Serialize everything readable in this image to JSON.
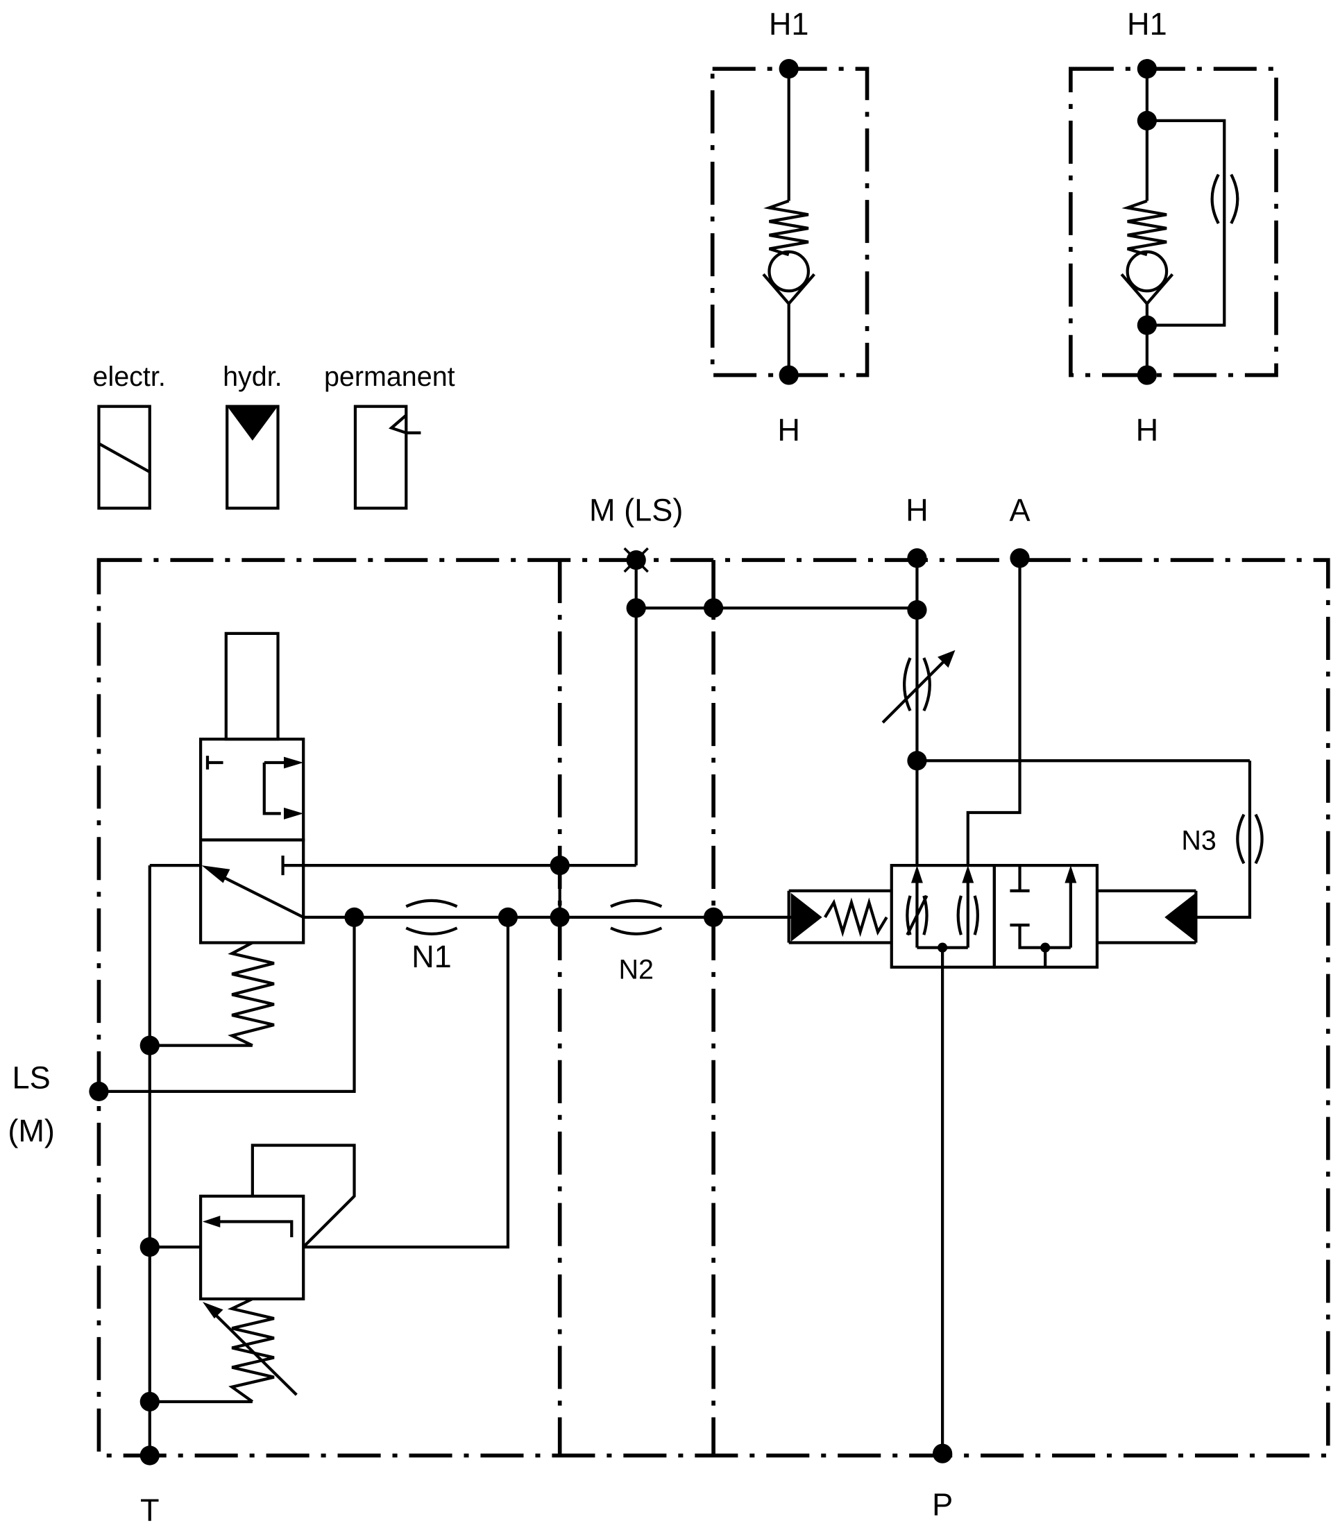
{
  "labels": {
    "h1_a": "H1",
    "h1_b": "H1",
    "h_a": "H",
    "h_b": "H",
    "electr": "electr.",
    "hydr": "hydr.",
    "permanent": "permanent",
    "m_ls": "M (LS)",
    "h_port": "H",
    "a_port": "A",
    "ls_top": "LS",
    "ls_bottom": "(M)",
    "n1": "N1",
    "n2": "N2",
    "n3": "N3",
    "t_port": "T",
    "p_port": "P"
  }
}
